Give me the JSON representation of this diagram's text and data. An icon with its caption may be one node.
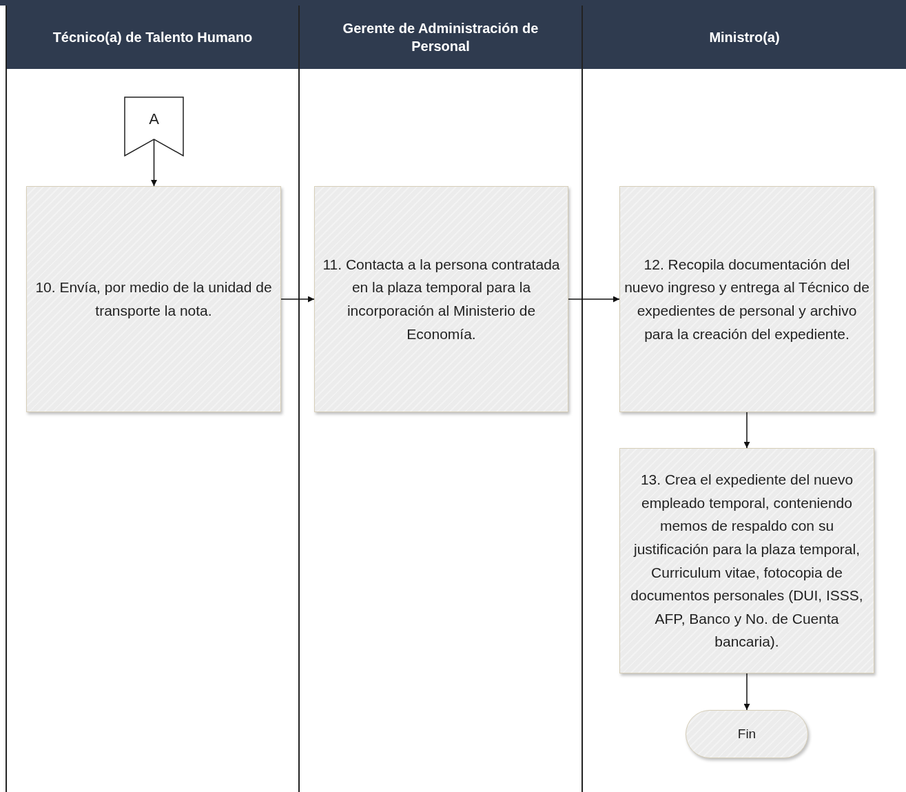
{
  "diagram": {
    "nodes": [
      {
        "text": [
          "Técnico(a) de Talento Humano"
        ]
      },
      {
        "text": [
          "Gerente de Administración de Personal"
        ]
      },
      {
        "text": [
          "Ministro(a)"
        ]
      },
      {
        "text": [
          "A"
        ],
        "in": 0
      },
      {
        "text": [
          "10. Envía, por medio de la unidad de transporte la nota."
        ],
        "in": 0
      },
      {
        "text": [
          "11. Contacta a la persona contratada en la plaza temporal para la incorporación al Ministerio de Economía."
        ],
        "in": 1
      },
      {
        "text": [
          "12. Recopila documentación del nuevo ingreso y entrega al Técnico de expedientes de personal y archivo para la creación del expediente."
        ],
        "in": 2
      },
      {
        "text": [
          "13. Crea el expediente del nuevo empleado temporal, conteniendo memos de respaldo con su justificación para la plaza temporal, Curriculum vitae, fotocopia de documentos personales (DUI, ISSS, AFP, Banco y No. de Cuenta bancaria)."
        ],
        "in": 2
      },
      {
        "text": [
          "Fin"
        ],
        "in": 2
      }
    ],
    "edges": [
      {
        "from": 3,
        "to": 4,
        "arrow": "to"
      },
      {
        "from": 4,
        "to": 5,
        "arrow": "to"
      },
      {
        "from": 5,
        "to": 6,
        "arrow": "to"
      },
      {
        "from": 6,
        "to": 7,
        "arrow": "to"
      },
      {
        "from": 7,
        "to": 8,
        "arrow": "to"
      }
    ]
  }
}
